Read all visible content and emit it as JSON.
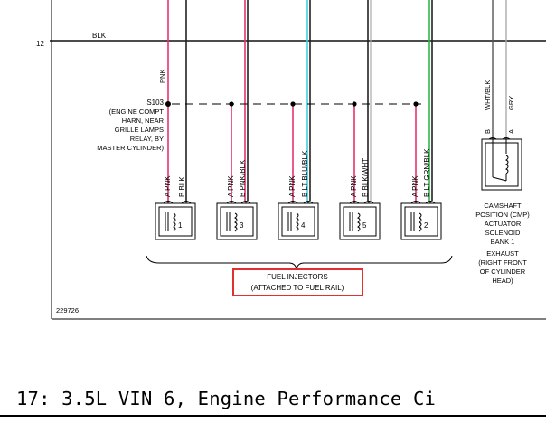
{
  "diagram": {
    "ground_wire": {
      "circuit": "12",
      "color": "BLK"
    },
    "splice": {
      "id": "S103",
      "location": [
        "(ENGINE COMPT",
        "HARN, NEAR",
        "GRILLE LAMPS",
        "RELAY, BY",
        "MASTER CYLINDER)"
      ]
    },
    "feed_wire_label": "PNK",
    "injectors": [
      {
        "number": "1",
        "pin_a": "A PNK",
        "pin_b": "B BLK"
      },
      {
        "number": "3",
        "pin_a": "A PNK",
        "pin_b": "B PNK/BLK"
      },
      {
        "number": "4",
        "pin_a": "A PNK",
        "pin_b": "B LT BLU/BLK"
      },
      {
        "number": "5",
        "pin_a": "A PNK",
        "pin_b": "B BLK/WHT"
      },
      {
        "number": "2",
        "pin_a": "A PNK",
        "pin_b": "B LT GRN/BLK"
      }
    ],
    "injector_group_label": [
      "FUEL INJECTORS",
      "(ATTACHED TO FUEL RAIL)"
    ],
    "camshaft": {
      "wire_b": "WHT/BLK",
      "wire_a": "GRY",
      "pin_b": "B",
      "pin_a": "A",
      "label": [
        "CAMSHAFT",
        "POSITION (CMP)",
        "ACTUATOR",
        "SOLENOID",
        "BANK 1",
        "EXHAUST",
        "(RIGHT FRONT",
        "OF CYLINDER",
        "HEAD)"
      ]
    },
    "figure_id": "229726",
    "colors": {
      "pnk": "#e8336b",
      "blk": "#222222",
      "lt_blu": "#3fd0e0",
      "lt_grn": "#2db84a",
      "gray": "#aaaaaa",
      "highlight": "#e03030"
    }
  },
  "footer": {
    "title": "17: 3.5L VIN 6, Engine Performance Ci"
  }
}
